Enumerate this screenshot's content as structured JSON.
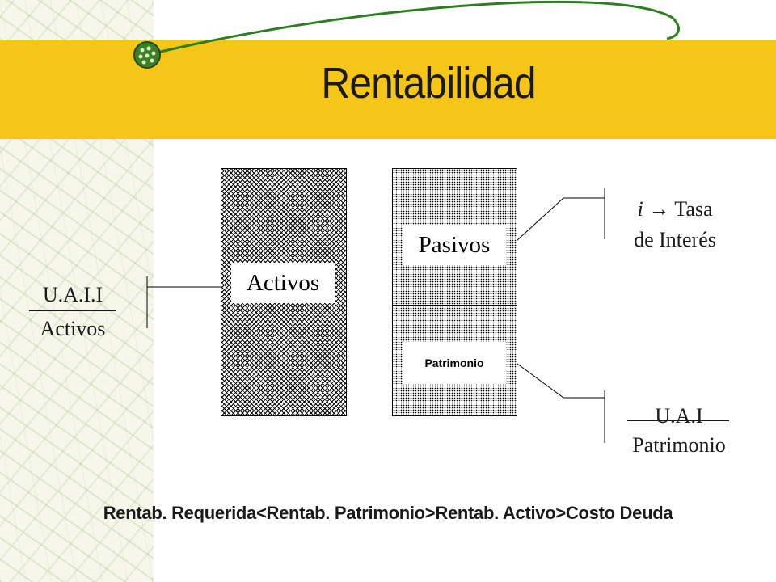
{
  "title": "Rentabilidad",
  "boxes": {
    "activos_label": "Activos",
    "pasivos_label": "Pasivos",
    "patrimonio_label": "Patrimonio"
  },
  "left_ratio": {
    "numerator": "U.A.I.I",
    "denominator": "Activos"
  },
  "interest": {
    "symbol": "i",
    "arrow": "→",
    "line1": "Tasa",
    "line2": "de Interés"
  },
  "equity_ratio": {
    "numerator": "U.A.I",
    "denominator": "Patrimonio"
  },
  "footer": "Rentab. Requerida<Rentab. Patrimonio>Rentab. Activo>Costo Deuda",
  "colors": {
    "title_band": "#f5c518",
    "curve": "#2e7d20",
    "text": "#1a1a1a"
  },
  "icons": {
    "title_bullet": "green-dotted-ball-icon"
  }
}
